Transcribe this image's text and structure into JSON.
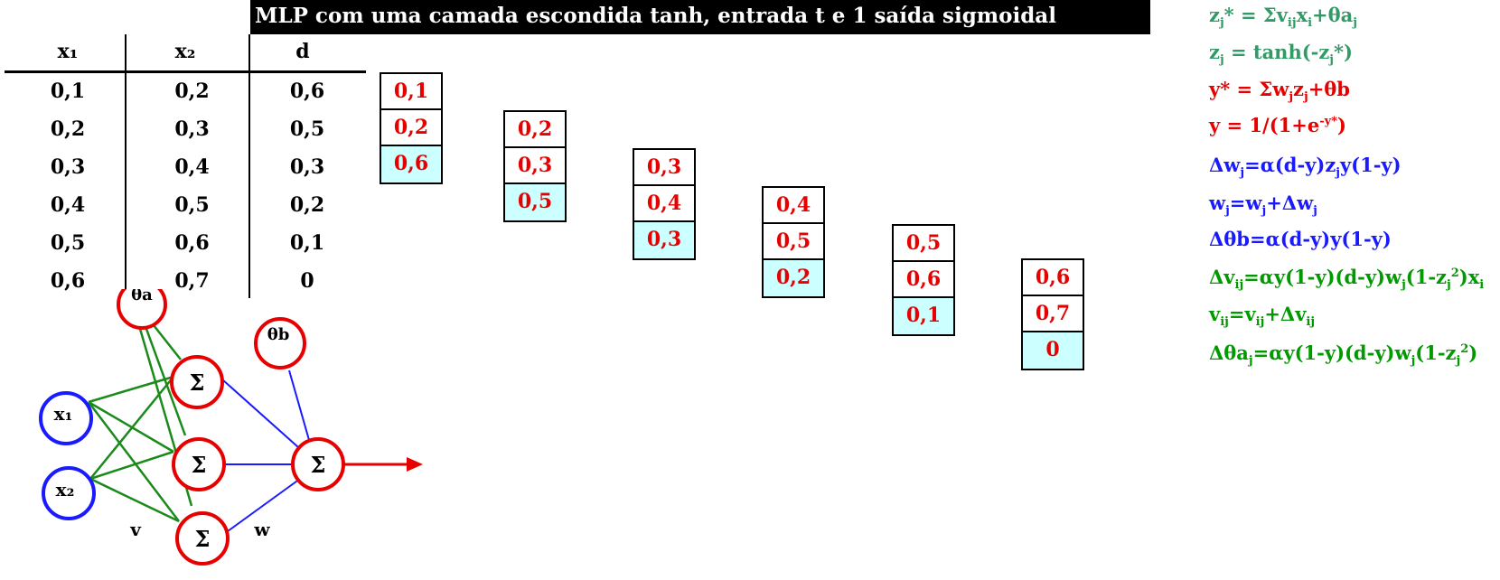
{
  "title": "MLP com uma camada escondida tanh, entrada t e 1 saída sigmoidal",
  "table": {
    "headers": [
      "x₁",
      "x₂",
      "d"
    ],
    "rows": [
      [
        "0,1",
        "0,2",
        "0,6"
      ],
      [
        "0,2",
        "0,3",
        "0,5"
      ],
      [
        "0,3",
        "0,4",
        "0,3"
      ],
      [
        "0,4",
        "0,5",
        "0,2"
      ],
      [
        "0,5",
        "0,6",
        "0,1"
      ],
      [
        "0,6",
        "0,7",
        "0"
      ]
    ]
  },
  "windows": [
    [
      "0,1",
      "0,2",
      "0,6"
    ],
    [
      "0,2",
      "0,3",
      "0,5"
    ],
    [
      "0,3",
      "0,4",
      "0,3"
    ],
    [
      "0,4",
      "0,5",
      "0,2"
    ],
    [
      "0,5",
      "0,6",
      "0,1"
    ],
    [
      "0,6",
      "0,7",
      "0"
    ]
  ],
  "network": {
    "inputs": [
      "x₁",
      "x₂"
    ],
    "hidden_symbol": "Σ",
    "output_symbol": "Σ",
    "bias_hidden": "θa",
    "bias_output": "θb",
    "label_v": "v",
    "label_w": "w"
  },
  "colors": {
    "neuron_red": "#e60000",
    "neuron_blue": "#1a1aff",
    "edge_green": "#1a8a1a",
    "edge_blue": "#1a1aff",
    "target_fill": "#ccffff"
  }
}
